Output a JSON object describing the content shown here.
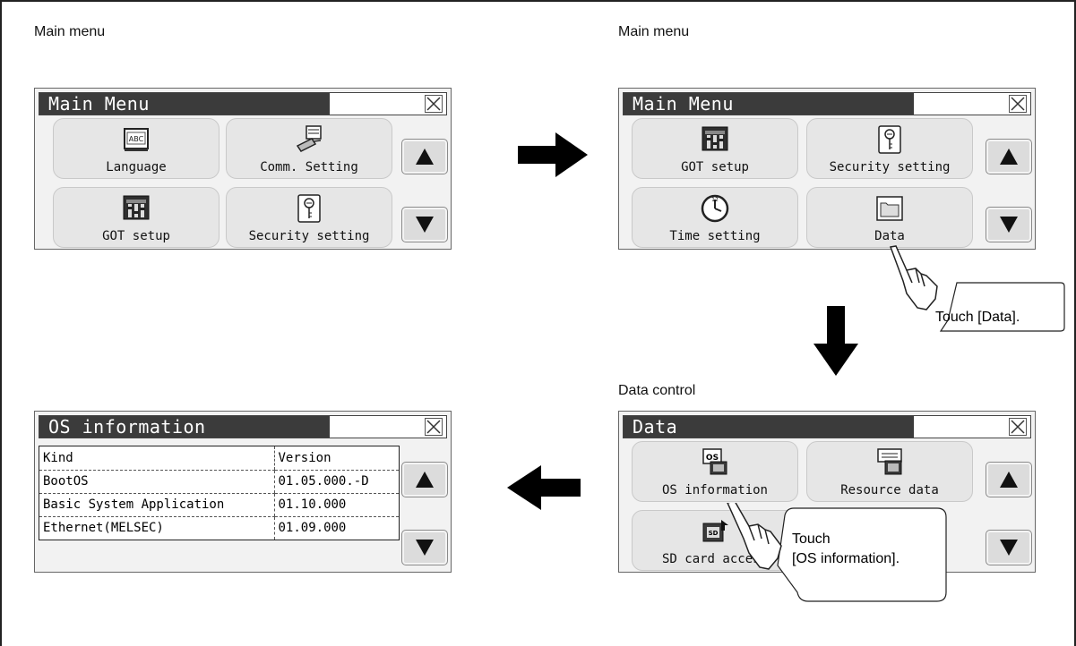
{
  "captions": {
    "top_left": "Main menu",
    "top_right": "Main menu",
    "bottom_right": "Data control"
  },
  "screen1": {
    "title": "Main Menu",
    "tiles": [
      "Language",
      "Comm. Setting",
      "GOT setup",
      "Security setting"
    ]
  },
  "screen2": {
    "title": "Main Menu",
    "tiles": [
      "GOT setup",
      "Security setting",
      "Time setting",
      "Data"
    ]
  },
  "screen3": {
    "title": "Data",
    "tiles": [
      "OS information",
      "Resource data",
      "SD card access"
    ]
  },
  "screen4": {
    "title": "OS information",
    "headers": [
      "Kind",
      "Version"
    ],
    "rows": [
      [
        "BootOS",
        "01.05.000.-D"
      ],
      [
        "Basic System Application",
        "01.10.000"
      ],
      [
        "Ethernet(MELSEC)",
        "01.09.000"
      ]
    ]
  },
  "callouts": {
    "touch_data": "Touch [Data].",
    "touch_os_line1": "Touch",
    "touch_os_line2": "[OS information]."
  },
  "icons": {
    "close": "close-icon",
    "up": "triangle-up-icon",
    "down": "triangle-down-icon",
    "flow_arrow": "arrow-icon",
    "hand": "pointing-hand-icon"
  },
  "colors": {
    "title_bg": "#3b3b3b",
    "panel_bg": "#f2f2f2",
    "tile_bg": "#e6e6e6",
    "button_bg": "#dcdcdc",
    "arrow": "#000000"
  }
}
